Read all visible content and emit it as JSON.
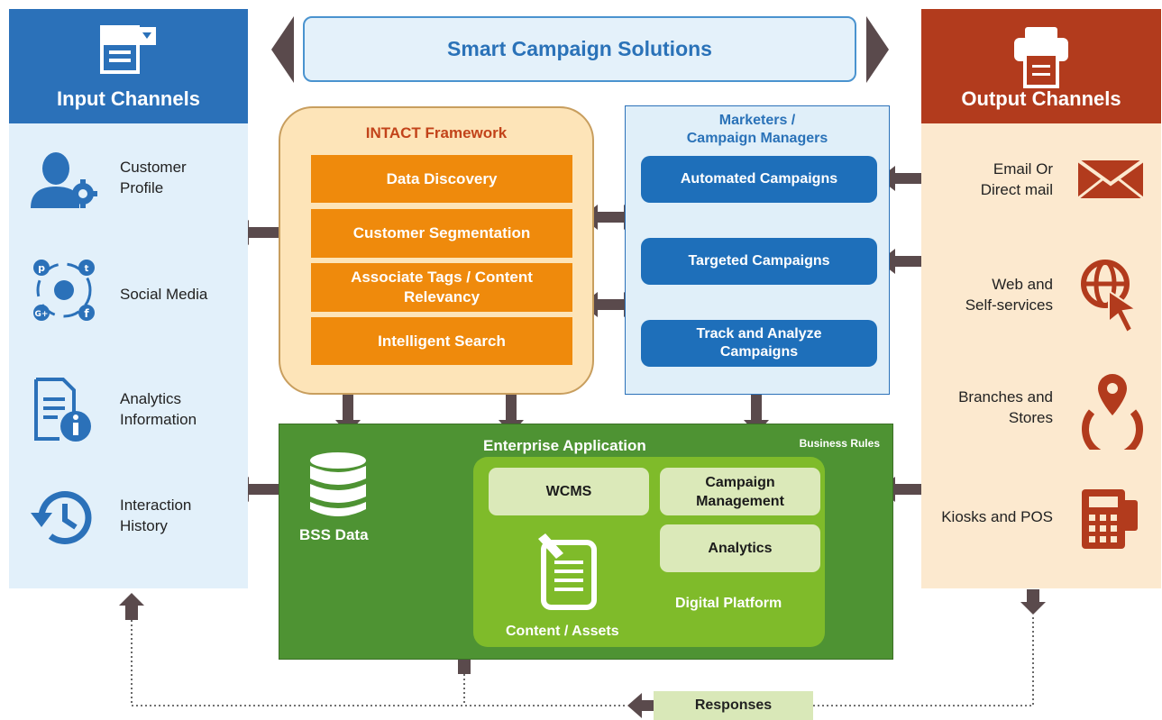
{
  "title": "Smart Campaign Solutions",
  "input": {
    "title": "Input Channels",
    "icon": "form-window-icon",
    "items": [
      {
        "label": "Customer\nProfile",
        "icon": "user-gear-icon"
      },
      {
        "label": "Social Media",
        "icon": "social-network-icon"
      },
      {
        "label": "Analytics\nInformation",
        "icon": "document-info-icon"
      },
      {
        "label": "Interaction\nHistory",
        "icon": "history-clock-icon"
      }
    ]
  },
  "output": {
    "title": "Output Channels",
    "icon": "printer-icon",
    "items": [
      {
        "label": "Email Or\nDirect mail",
        "icon": "envelope-icon"
      },
      {
        "label": "Web and\nSelf-services",
        "icon": "globe-cursor-icon"
      },
      {
        "label": "Branches and\nStores",
        "icon": "location-pin-icon"
      },
      {
        "label": "Kiosks and POS",
        "icon": "pos-terminal-icon"
      }
    ]
  },
  "intact": {
    "title": "INTACT Framework",
    "items": [
      "Data Discovery",
      "Customer Segmentation",
      "Associate Tags / Content\nRelevancy",
      "Intelligent Search"
    ]
  },
  "marketers": {
    "title": "Marketers /\nCampaign Managers",
    "items": [
      "Automated Campaigns",
      "Targeted Campaigns",
      "Track and Analyze\nCampaigns"
    ]
  },
  "enterprise": {
    "title": "Enterprise Application",
    "business_rules": "Business Rules",
    "bss_label": "BSS Data",
    "wcms": "WCMS",
    "campaign_management": "Campaign\nManagement",
    "analytics": "Analytics",
    "content_assets": "Content / Assets",
    "digital_platform": "Digital Platform"
  },
  "responses": "Responses",
  "colors": {
    "input_blue": "#2b71b9",
    "output_red": "#b23b1d",
    "orange": "#ef8a0c",
    "green_dark": "#4e9333",
    "green_light": "#7fbb2a",
    "arrow": "#5a4a4c"
  }
}
